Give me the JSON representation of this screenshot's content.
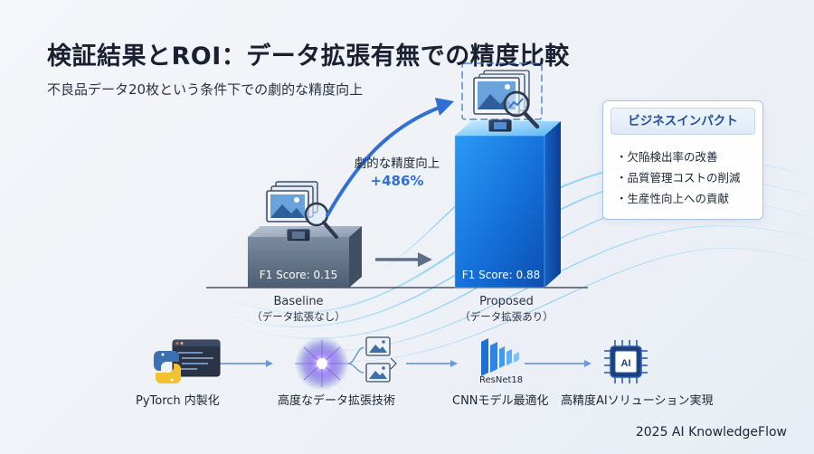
{
  "title": "検証結果とROI：データ拡張有無での精度比較",
  "subtitle": "不良品データ20枚という条件下での劇的な精度向上",
  "chart_data": {
    "type": "bar",
    "categories": [
      "Baseline",
      "Proposed"
    ],
    "category_sublabels": [
      "（データ拡張なし）",
      "（データ拡張あり）"
    ],
    "score_labels": [
      "F1 Score: 0.15",
      "F1 Score: 0.88"
    ],
    "values": [
      0.15,
      0.88
    ],
    "ylim": [
      0,
      1
    ]
  },
  "improvement": {
    "label": "劇的な精度向上",
    "value": "+486%"
  },
  "impact": {
    "title": "ビジネスインパクト",
    "items": [
      "・欠陥検出率の改善",
      "・品質管理コストの削減",
      "・生産性向上への貢献"
    ]
  },
  "flow": {
    "steps": [
      "PyTorch 内製化",
      "高度なデータ拡張技術",
      "CNNモデル最適化",
      "高精度AIソリューション実現"
    ],
    "resnet_label": "ResNet18",
    "ai_chip_label": "AI"
  },
  "colors": {
    "accent": "#2f6fd6",
    "proposed_bar": "#1e7fe6",
    "baseline_bar": "#5d6f86"
  },
  "footer": "2025 AI KnowledgeFlow"
}
